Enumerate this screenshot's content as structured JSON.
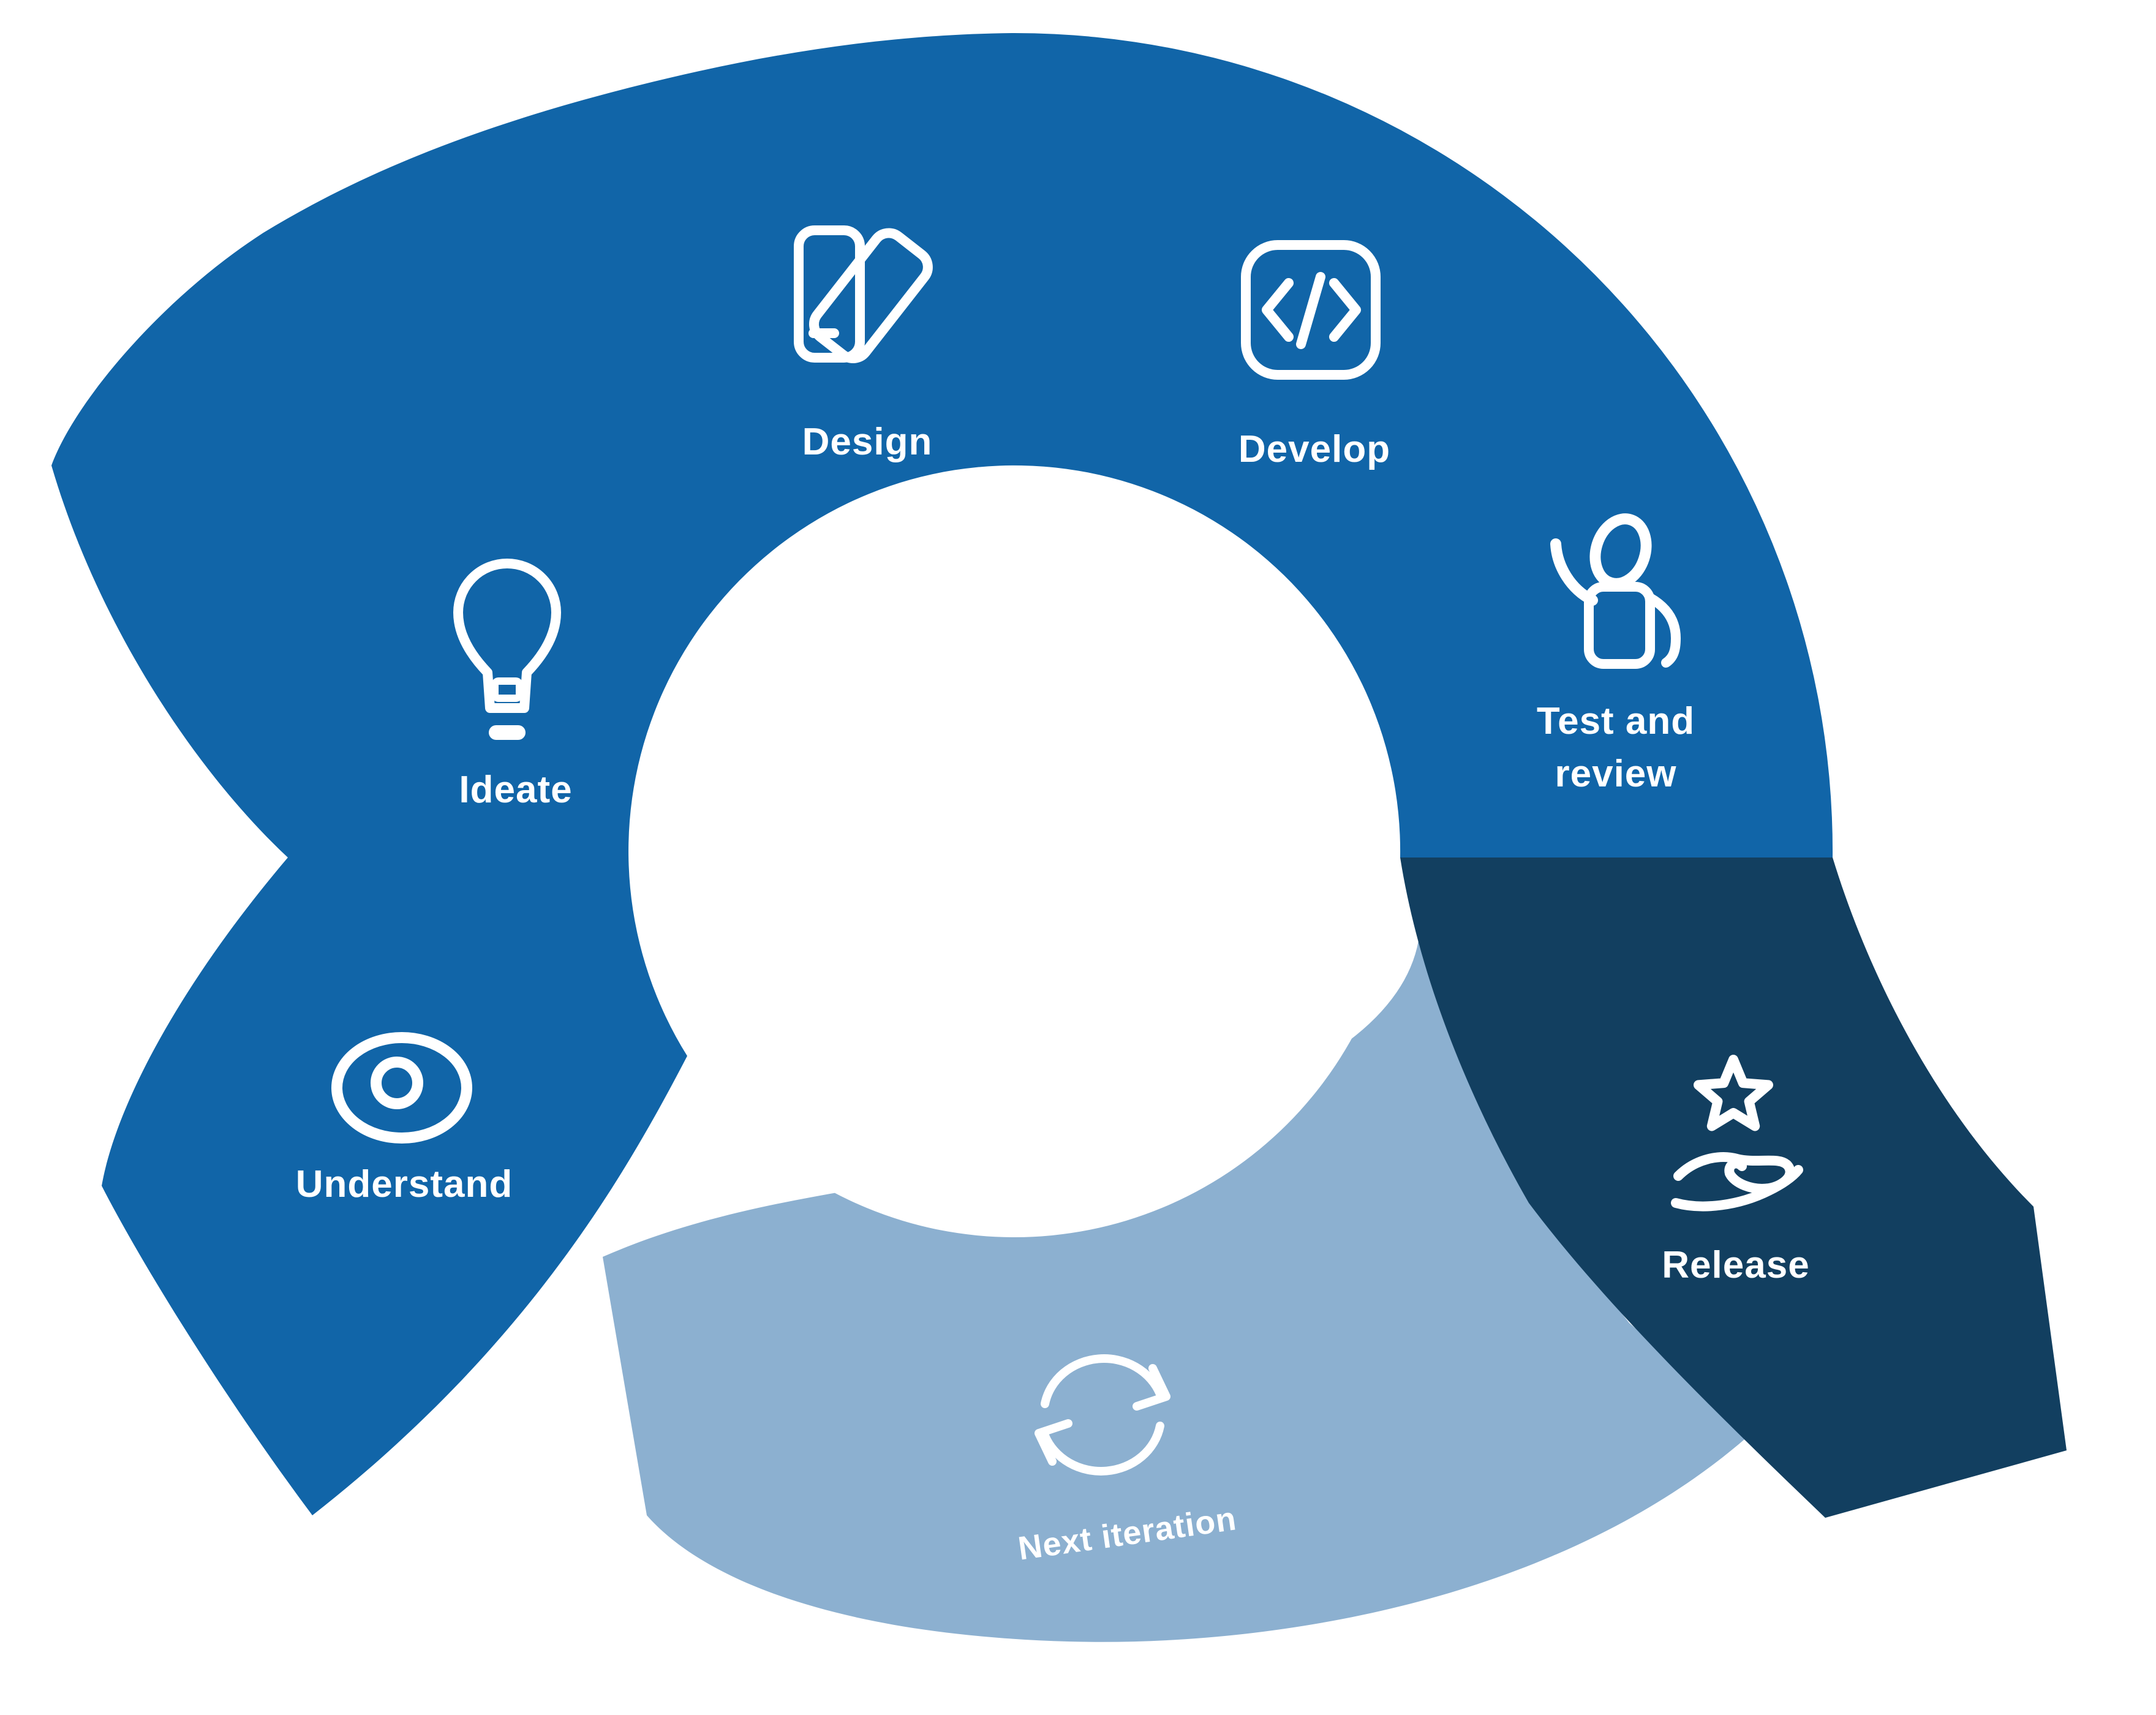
{
  "diagram": {
    "type": "process-cycle",
    "background": "#ffffff",
    "colors": {
      "primary": "#1165a8",
      "release": "#123f60",
      "iteration": "#8cb0d0",
      "content": "#ffffff"
    },
    "stages": [
      {
        "id": "understand",
        "label": "Understand",
        "icon": "eye-icon"
      },
      {
        "id": "ideate",
        "label": "Ideate",
        "icon": "lightbulb-icon"
      },
      {
        "id": "design",
        "label": "Design",
        "icon": "swatches-icon"
      },
      {
        "id": "develop",
        "label": "Develop",
        "icon": "code-icon"
      },
      {
        "id": "test-review",
        "label": "Test and review",
        "label_lines": [
          "Test and",
          "review"
        ],
        "icon": "person-raising-hand-icon"
      },
      {
        "id": "release",
        "label": "Release",
        "icon": "hand-star-icon"
      },
      {
        "id": "next-iteration",
        "label": "Next iteration",
        "icon": "cycle-arrows-icon"
      }
    ]
  }
}
